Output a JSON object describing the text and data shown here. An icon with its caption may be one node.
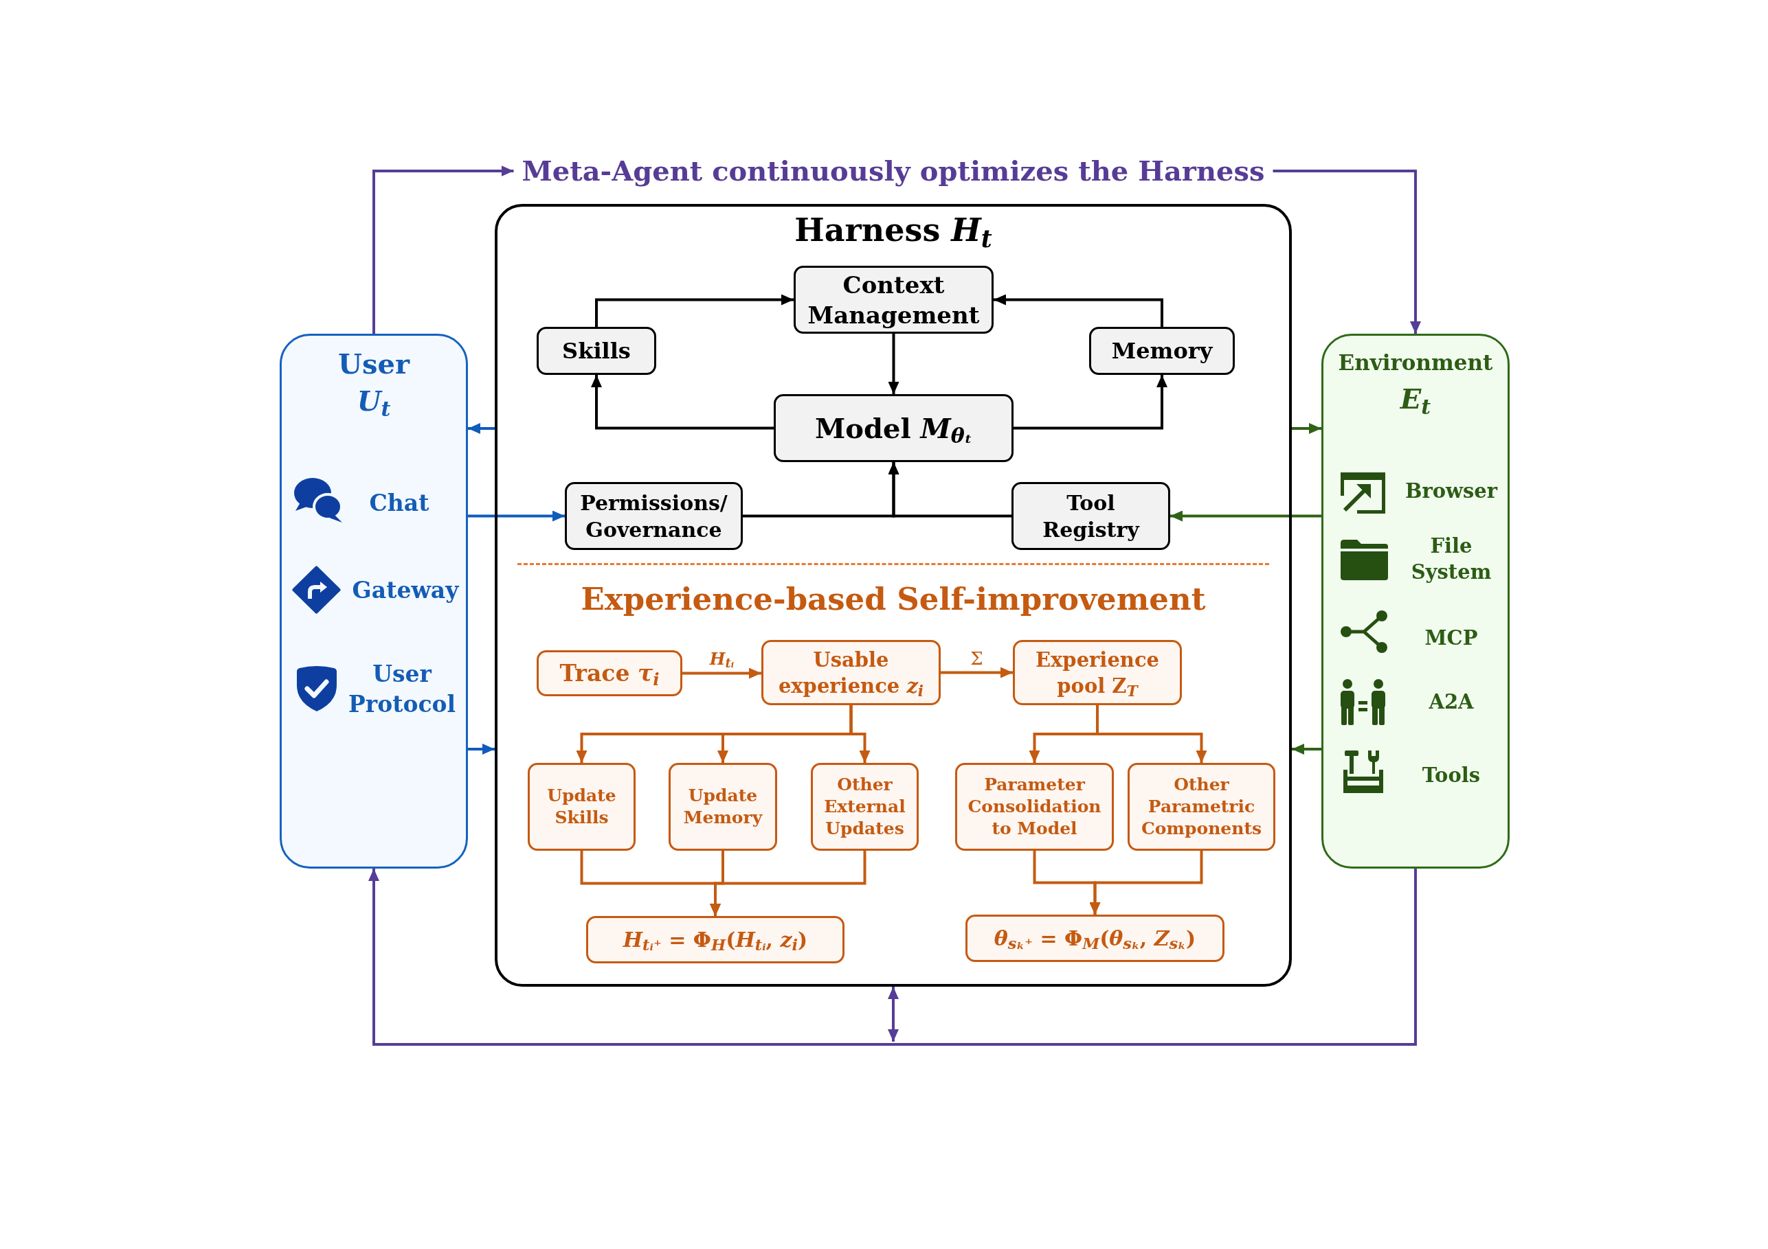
{
  "diagram": {
    "nodes": [
      {
        "text": [
          "Meta-Agent continuously optimizes the Harness"
        ]
      },
      {
        "text": [
          "User",
          "U$_{t}$",
          "Chat",
          "Gateway",
          "User Protocol"
        ]
      },
      {
        "text": [
          "Harness *H*$_{t}$",
          "Experience-based Self-improvement"
        ]
      },
      {
        "text": [
          "Context Management"
        ],
        "in": 2
      },
      {
        "text": [
          "Skills"
        ],
        "in": 2
      },
      {
        "text": [
          "Memory"
        ],
        "in": 2
      },
      {
        "text": [
          "Model *M*$_{θₜ}$"
        ],
        "in": 2
      },
      {
        "text": [
          "Permissions/ Governance"
        ],
        "in": 2
      },
      {
        "text": [
          "Tool Registry"
        ],
        "in": 2
      },
      {
        "text": [
          "Trace *τ*$_{i}$"
        ],
        "in": 2
      },
      {
        "text": [
          "Usable experience *z*$_{i}$"
        ],
        "in": 2
      },
      {
        "text": [
          "Experience pool Z$_{T}$"
        ],
        "in": 2
      },
      {
        "text": [
          "Update Skills"
        ],
        "in": 2
      },
      {
        "text": [
          "Update Memory"
        ],
        "in": 2
      },
      {
        "text": [
          "Other External Updates"
        ],
        "in": 2
      },
      {
        "text": [
          "Parameter Consolidation to Model"
        ],
        "in": 2
      },
      {
        "text": [
          "Other Parametric Components"
        ],
        "in": 2
      },
      {
        "text": [
          "*H*$_{tᵢ⁺}$ = Φ$_{H}$(*H*$_{tᵢ}$, *z*$_{i}$)"
        ],
        "in": 2
      },
      {
        "text": [
          "*θ*$_{sₖ⁺}$ = Φ$_{M}$(*θ*$_{sₖ}$, *Z*$_{sₖ}$)"
        ],
        "in": 2
      },
      {
        "text": [
          "Environment",
          "E$_{t}$",
          "Browser",
          "File System",
          "MCP",
          "A2A",
          "Tools"
        ]
      }
    ],
    "edges": [
      {
        "from": 1,
        "to": 0,
        "arrow": "to",
        "color": "#563d96"
      },
      {
        "from": 0,
        "to": 19,
        "arrow": "to",
        "color": "#563d96"
      },
      {
        "from": 19,
        "to": 1,
        "arrow": "to",
        "color": "#563d96"
      },
      {
        "from": null,
        "to": 2,
        "arrow": "both",
        "color": "#563d96"
      },
      {
        "from": 2,
        "to": 1,
        "arrow": "to",
        "color": "#0f5cbd"
      },
      {
        "from": 1,
        "to": 7,
        "arrow": "to",
        "color": "#0f5cbd"
      },
      {
        "from": 1,
        "to": 2,
        "arrow": "to",
        "color": "#0f5cbd"
      },
      {
        "from": 2,
        "to": 19,
        "arrow": "to",
        "color": "#2f6317"
      },
      {
        "from": 19,
        "to": 8,
        "arrow": "to",
        "color": "#2f6317"
      },
      {
        "from": 19,
        "to": 2,
        "arrow": "to",
        "color": "#2f6317"
      },
      {
        "from": 4,
        "to": 3,
        "arrow": "to",
        "color": "#000000"
      },
      {
        "from": 5,
        "to": 3,
        "arrow": "to",
        "color": "#000000"
      },
      {
        "from": 3,
        "to": 6,
        "arrow": "to",
        "color": "#000000"
      },
      {
        "from": 6,
        "to": 4,
        "arrow": "to",
        "color": "#000000"
      },
      {
        "from": 6,
        "to": 5,
        "arrow": "to",
        "color": "#000000"
      },
      {
        "from": 7,
        "to": 6,
        "arrow": "to",
        "color": "#000000"
      },
      {
        "from": 8,
        "to": 6,
        "arrow": "to",
        "color": "#000000"
      },
      {
        "from": 9,
        "to": 10,
        "label": "*H*$_{tᵢ}$",
        "arrow": "to"
      },
      {
        "from": 10,
        "to": 11,
        "label": "Σ",
        "arrow": "to"
      },
      {
        "from": 10,
        "to": 12,
        "arrow": "to"
      },
      {
        "from": 10,
        "to": 13,
        "arrow": "to"
      },
      {
        "from": 10,
        "to": 14,
        "arrow": "to"
      },
      {
        "from": 11,
        "to": 15,
        "arrow": "to"
      },
      {
        "from": 11,
        "to": 16,
        "arrow": "to"
      },
      {
        "from": 12,
        "to": 17,
        "arrow": "to"
      },
      {
        "from": 13,
        "to": 17,
        "arrow": "to"
      },
      {
        "from": 14,
        "to": 17,
        "arrow": "to"
      },
      {
        "from": 15,
        "to": 18,
        "arrow": "to"
      },
      {
        "from": 16,
        "to": 18,
        "arrow": "to"
      }
    ]
  }
}
